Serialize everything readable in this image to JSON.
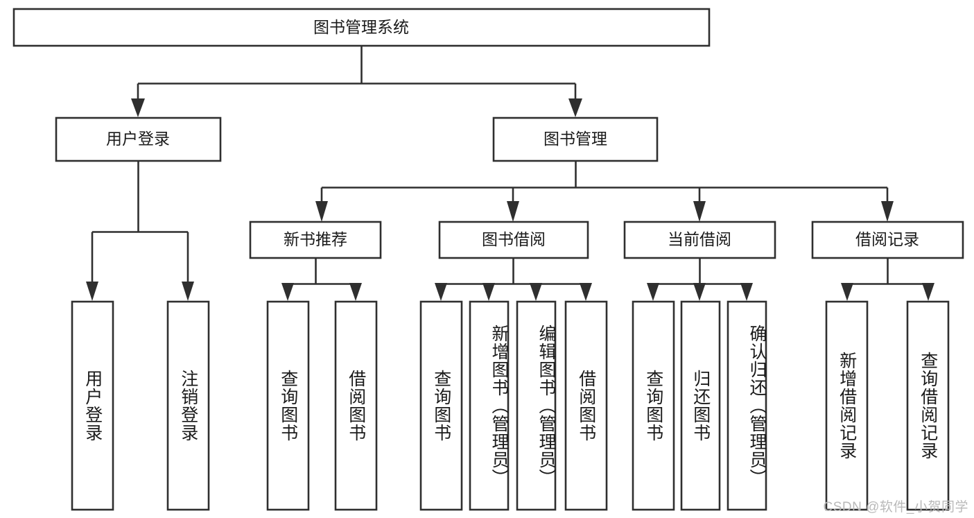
{
  "diagram": {
    "title": "图书管理系统",
    "type": "tree",
    "watermark": "CSDN @软件_小贺同学",
    "levels": {
      "root": {
        "label": "图书管理系统",
        "orientation": "horizontal"
      },
      "level2": [
        {
          "id": "user-login",
          "label": "用户登录",
          "orientation": "horizontal"
        },
        {
          "id": "book-management",
          "label": "图书管理",
          "orientation": "horizontal"
        }
      ],
      "level3": [
        {
          "id": "new-book-recommend",
          "label": "新书推荐",
          "orientation": "horizontal",
          "parent": "book-management"
        },
        {
          "id": "book-borrow",
          "label": "图书借阅",
          "orientation": "horizontal",
          "parent": "book-management"
        },
        {
          "id": "current-borrow",
          "label": "当前借阅",
          "orientation": "horizontal",
          "parent": "book-management"
        },
        {
          "id": "borrow-record",
          "label": "借阅记录",
          "orientation": "horizontal",
          "parent": "book-management"
        }
      ],
      "leaves": [
        {
          "id": "leaf-user-login",
          "label": "用户登录",
          "orientation": "vertical",
          "parent": "user-login"
        },
        {
          "id": "leaf-user-logout",
          "label": "注销登录",
          "orientation": "vertical",
          "parent": "user-login"
        },
        {
          "id": "leaf-query-book-1",
          "label": "查询图书",
          "orientation": "vertical",
          "parent": "new-book-recommend"
        },
        {
          "id": "leaf-borrow-book-1",
          "label": "借阅图书",
          "orientation": "vertical",
          "parent": "new-book-recommend"
        },
        {
          "id": "leaf-query-book-2",
          "label": "查询图书",
          "orientation": "vertical",
          "parent": "book-borrow"
        },
        {
          "id": "leaf-add-book-admin",
          "label": "新增图书（管理员）",
          "orientation": "vertical",
          "parent": "book-borrow"
        },
        {
          "id": "leaf-edit-book-admin",
          "label": "编辑图书（管理员）",
          "orientation": "vertical",
          "parent": "book-borrow"
        },
        {
          "id": "leaf-borrow-book-2",
          "label": "借阅图书",
          "orientation": "vertical",
          "parent": "book-borrow"
        },
        {
          "id": "leaf-query-book-3",
          "label": "查询图书",
          "orientation": "vertical",
          "parent": "current-borrow"
        },
        {
          "id": "leaf-return-book",
          "label": "归还图书",
          "orientation": "vertical",
          "parent": "current-borrow"
        },
        {
          "id": "leaf-confirm-return-admin",
          "label": "确认归还（管理员）",
          "orientation": "vertical",
          "parent": "current-borrow"
        },
        {
          "id": "leaf-add-borrow-record",
          "label": "新增借阅记录",
          "orientation": "vertical",
          "parent": "borrow-record"
        },
        {
          "id": "leaf-query-borrow-record",
          "label": "查询借阅记录",
          "orientation": "vertical",
          "parent": "borrow-record"
        }
      ]
    },
    "colors": {
      "box_stroke": "#2f2f2f",
      "box_fill": "#ffffff",
      "text": "#1a1a1a",
      "connector": "#2f2f2f",
      "watermark": "#b9b9b9",
      "background": "#ffffff"
    }
  }
}
